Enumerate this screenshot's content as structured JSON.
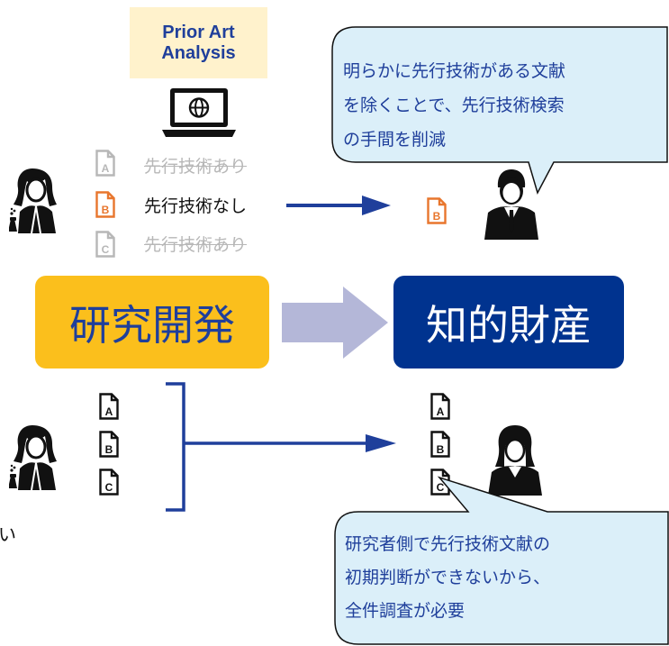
{
  "prior_art": {
    "title": "Prior Art\nAnalysis",
    "laptop_icon": "laptop-globe-icon"
  },
  "top_flow": {
    "documents": [
      {
        "letter": "A",
        "label": "先行技術あり",
        "struck": true,
        "color": "#b7b7b7"
      },
      {
        "letter": "B",
        "label": "先行技術なし",
        "struck": false,
        "color": "#e8762d"
      },
      {
        "letter": "C",
        "label": "先行技術あり",
        "struck": true,
        "color": "#b7b7b7"
      }
    ],
    "result_document": {
      "letter": "B",
      "color": "#e8762d"
    },
    "bubble_text": "明らかに先行技術がある文献\nを除くことで、先行技術検索\nの手間を削減"
  },
  "center": {
    "rnd_label": "研究開発",
    "ip_label": "知的財産",
    "rnd_color": "#fbbf1c",
    "ip_color": "#00338f",
    "arrow_color": "#b4b7d8"
  },
  "bottom_flow": {
    "documents": [
      "A",
      "B",
      "C"
    ],
    "result_documents": [
      "A",
      "B",
      "C"
    ],
    "bubble_text": "研究者側で先行技術文献の\n初期判断ができないから、\n全件調査が必要",
    "stray_char": "い"
  },
  "colors": {
    "navy": "#1f3f9b",
    "bubble_fill": "#dbeff9",
    "orange": "#e8762d"
  }
}
